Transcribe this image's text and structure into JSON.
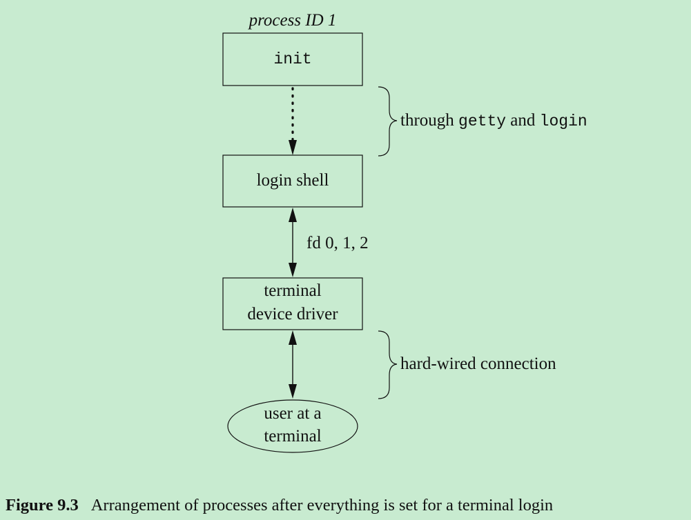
{
  "nodes": {
    "init": {
      "annotation": "process ID 1",
      "label": "init"
    },
    "login_shell": {
      "label": "login shell"
    },
    "terminal_driver": {
      "line1": "terminal",
      "line2": "device driver"
    },
    "user_terminal": {
      "line1": "user at a",
      "line2": "terminal"
    }
  },
  "edges": {
    "fd_label": "fd 0, 1, 2",
    "through_label": {
      "prefix": "through ",
      "cmd1": "getty",
      "middle": " and ",
      "cmd2": "login"
    },
    "hardwired_label": "hard-wired connection"
  },
  "caption": {
    "label": "Figure 9.3",
    "text": "Arrangement of processes after everything is set for a terminal login"
  }
}
